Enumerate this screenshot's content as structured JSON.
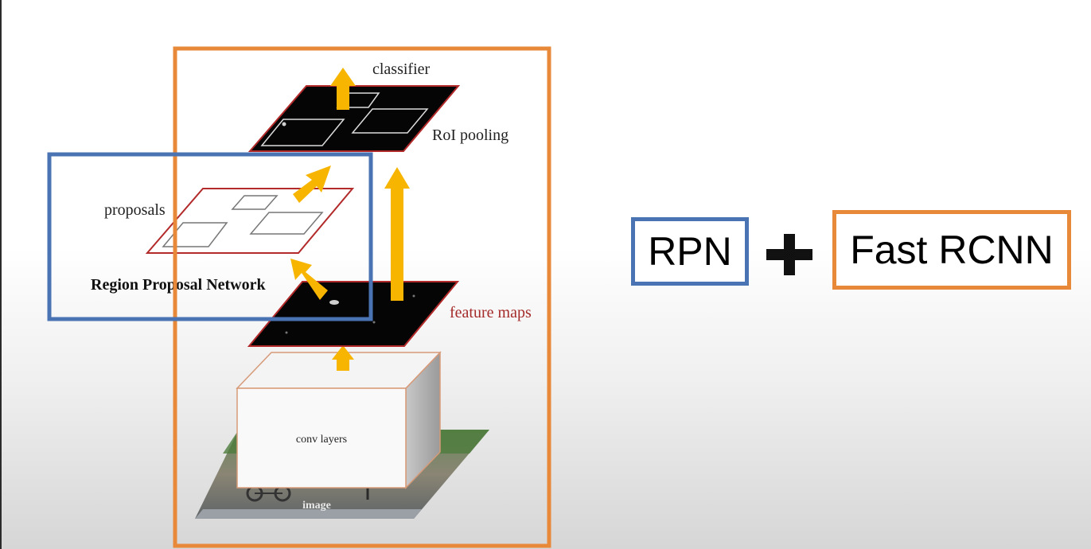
{
  "diagram": {
    "labels": {
      "classifier": "classifier",
      "roi_pooling": "RoI pooling",
      "proposals": "proposals",
      "region_proposal_network": "Region Proposal Network",
      "feature_maps": "feature maps",
      "conv_layers": "conv layers",
      "image": "image"
    },
    "colors": {
      "rpn_frame": "#4a73b3",
      "fast_rcnn_frame": "#e8893a",
      "arrow": "#f7b500",
      "plane_edge": "#b22a2a",
      "feature_maps_label": "#a52a2a"
    }
  },
  "formula": {
    "rpn_label": "RPN",
    "operator": "+",
    "fast_rcnn_label": "Fast RCNN"
  }
}
